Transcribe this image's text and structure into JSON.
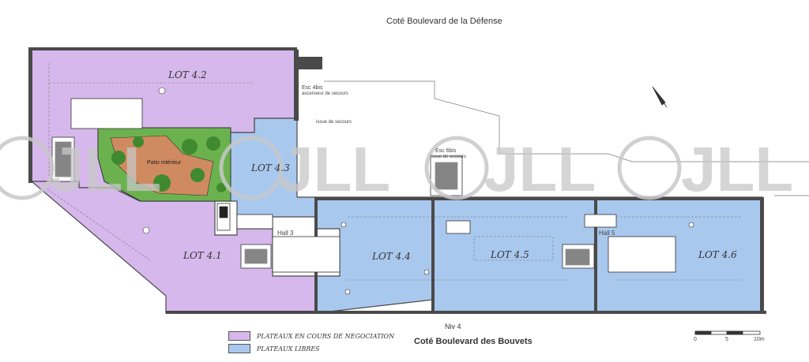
{
  "header": {
    "top_label": "Coté Boulevard de la Défense"
  },
  "footer": {
    "level": "Niv 4",
    "bottom_label": "Coté Boulevard des Bouvets"
  },
  "lots": [
    {
      "label": "LOT 4.2",
      "status": "negotiation"
    },
    {
      "label": "LOT 4.3",
      "status": "free"
    },
    {
      "label": "LOT 4.1",
      "status": "negotiation"
    },
    {
      "label": "LOT 4.4",
      "status": "free"
    },
    {
      "label": "LOT 4.5",
      "status": "free"
    },
    {
      "label": "LOT 4.6",
      "status": "free"
    }
  ],
  "annotations": {
    "patio": "Patio intérieur",
    "hall_left": "Hall 3",
    "hall_right": "Hall 5",
    "esc_top": "Esc 4bis",
    "esc_top_sub": "ascenseur de secours",
    "issue_secours": "issue de secours",
    "esc_mid": "Esc 6bis",
    "esc_mid_sub": "issue de secours"
  },
  "legend": [
    {
      "label": "PLATEAUX EN COURS DE NEGOCIATION",
      "color": "#d6b8ec"
    },
    {
      "label": "PLATEAUX LIBRES",
      "color": "#a9c8ee"
    }
  ],
  "scale": {
    "ticks": [
      "0",
      "5",
      "10m"
    ]
  },
  "colors": {
    "negotiation": "#d6b8ec",
    "free": "#a9c8ee",
    "wall": "#4a4a4a",
    "garden": "#5aa642",
    "terrace": "#d08a60",
    "watermark": "#c8c8c8"
  }
}
